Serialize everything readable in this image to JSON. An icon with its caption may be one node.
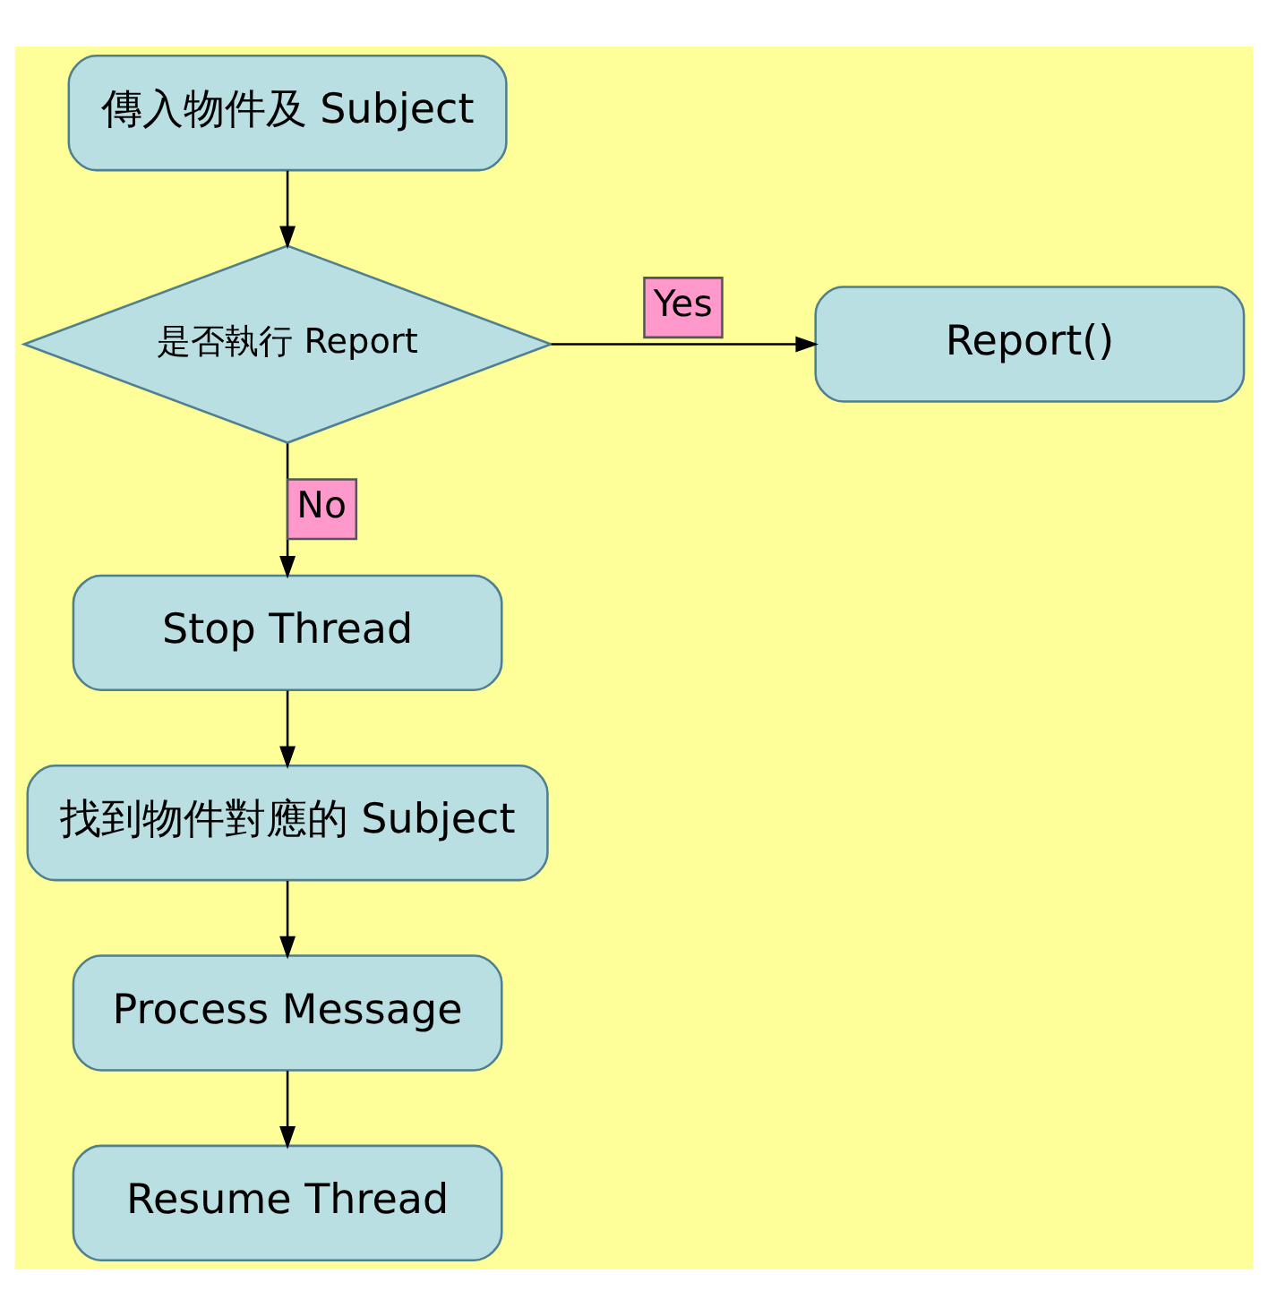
{
  "diagram": {
    "nodes": [
      {
        "text": [
          "傳入物件及 Subject"
        ]
      },
      {
        "text": [
          "是否執行 Report"
        ]
      },
      {
        "text": [
          "Report()"
        ]
      },
      {
        "text": [
          "Stop Thread"
        ]
      },
      {
        "text": [
          "找到物件對應的 Subject"
        ]
      },
      {
        "text": [
          "Process Message"
        ]
      },
      {
        "text": [
          "Resume Thread"
        ]
      }
    ],
    "edges": [
      {
        "from": 0,
        "to": 1,
        "arrow": "to"
      },
      {
        "from": 1,
        "to": 2,
        "arrow": "to",
        "label": "Yes"
      },
      {
        "from": 1,
        "to": 3,
        "arrow": "to",
        "label": "No"
      },
      {
        "from": 3,
        "to": 4,
        "arrow": "to"
      },
      {
        "from": 4,
        "to": 5,
        "arrow": "to"
      },
      {
        "from": 5,
        "to": 6,
        "arrow": "to"
      }
    ]
  }
}
